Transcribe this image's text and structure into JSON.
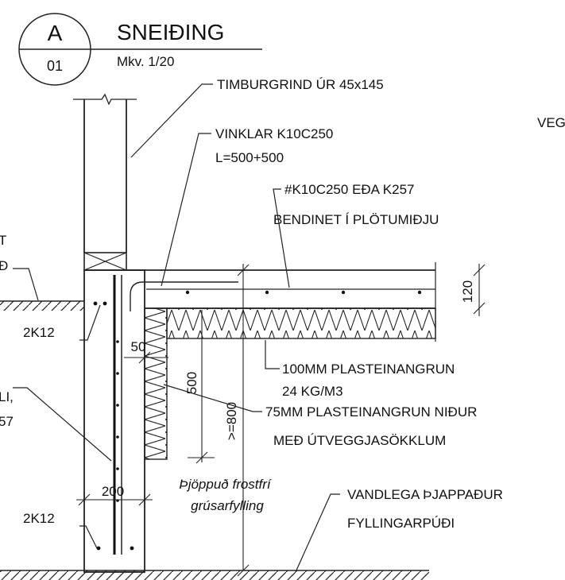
{
  "title_block": {
    "section_letter": "A",
    "sheet_number": "01",
    "title": "SNEIÐING",
    "scale": "Mkv. 1/20"
  },
  "labels": {
    "timber_frame": "TIMBURGRIND ÚR 45x145",
    "angles_line1": "VINKLAR K10C250",
    "angles_line2": "L=500+500",
    "mesh_line1": "#K10C250 EÐA K257",
    "mesh_line2": "BENDINET Í PLÖTUMIÐJU",
    "insulation_100_line1": "100MM PLASTEINANGRUN",
    "insulation_100_line2": "24 KG/M3",
    "insulation_75_line1": "75MM PLASTEINANGRUN NIÐUR",
    "insulation_75_line2": "MEÐ ÚTVEGGJASÖKKLUM",
    "fill_line1": "Þjöppuð frostfrí",
    "fill_line2": "grúsarfylling",
    "bed_line1": "VANDLEGA ÞJAPPAÐUR",
    "bed_line2": "FYLLINGARPÚÐI",
    "rebar_top": "2K12",
    "rebar_bottom": "2K12",
    "cut_left_1": "T",
    "cut_left_2": "Ð",
    "cut_left_3": "LI,",
    "cut_left_4": "57",
    "cut_right": "VEG"
  },
  "dimensions": {
    "slab_thickness": "120",
    "insulation_depth": "500",
    "min_depth": ">=800",
    "wall_width": "200",
    "offset": "50"
  }
}
